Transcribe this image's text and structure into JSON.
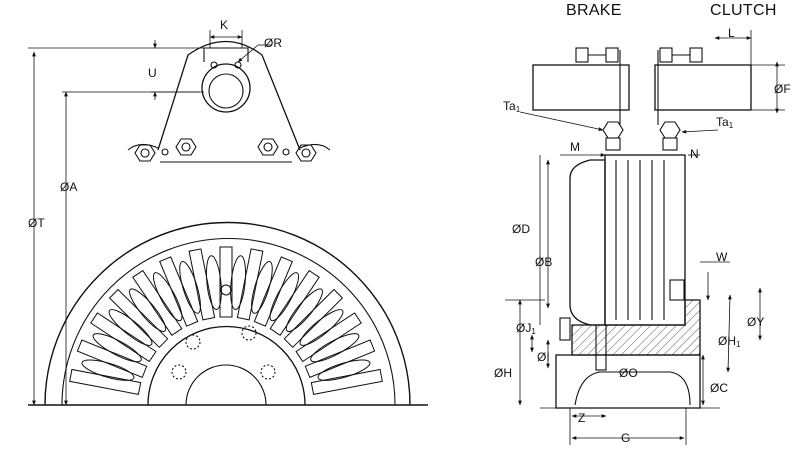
{
  "headers": {
    "brake": "BRAKE",
    "clutch": "CLUTCH"
  },
  "dimensions": {
    "K": "K",
    "R": "ØR",
    "U": "U",
    "A": "ØA",
    "T": "ØT",
    "L": "L",
    "F": "ØF",
    "Ta1_left": {
      "base": "Ta",
      "sub": "1"
    },
    "Ta1_right": {
      "base": "Ta",
      "sub": "1"
    },
    "M": "M",
    "N": "N",
    "D": "ØD",
    "B": "ØB",
    "W": "W",
    "Y": "ØY",
    "J1": {
      "base": "ØJ",
      "sub": "1"
    },
    "H1": {
      "base": "ØH",
      "sub": "1"
    },
    "I": "ØI",
    "H": "ØH",
    "O": "ØO",
    "C": "ØC",
    "Z": "Z",
    "G": "G"
  }
}
